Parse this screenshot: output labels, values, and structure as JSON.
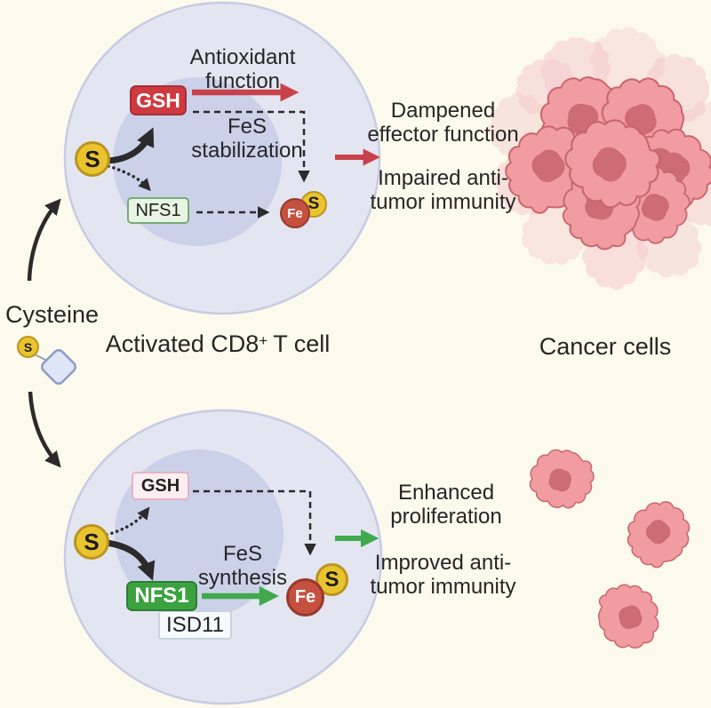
{
  "labels": {
    "cysteine": "Cysteine",
    "cysteine_s": "S",
    "t_cell_pre": "Activated CD8",
    "t_cell_sup": "+",
    "t_cell_post": "T cell",
    "cancer_cells": "Cancer cells"
  },
  "top_cell": {
    "s": "S",
    "gsh": "GSH",
    "nfs1": "NFS1",
    "fe": "Fe",
    "fes_s": "S",
    "antioxidant": [
      "Antioxidant",
      "function"
    ],
    "fes_stabilization": [
      "FeS",
      "stabilization"
    ],
    "outcome_a": [
      "Dampened",
      "effector function"
    ],
    "outcome_b": [
      "Impaired anti-",
      "tumor immunity"
    ]
  },
  "bottom_cell": {
    "s": "S",
    "gsh": "GSH",
    "nfs1": "NFS1",
    "isd11": "ISD11",
    "fe": "Fe",
    "fes_s": "S",
    "fes_synthesis": [
      "FeS",
      "synthesis"
    ],
    "outcome_a": [
      "Enhanced",
      "proliferation"
    ],
    "outcome_b": [
      "Improved anti-",
      "tumor immunity"
    ]
  },
  "colors": {
    "background": "#FCFAEC",
    "cell_fill": "#E3E5F1",
    "cell_border": "#C7CCE3",
    "nucleus_fill": "#CBD1E9",
    "gsh_red": "#CE3A3F",
    "gsh_light_pink": "#FDEEF2",
    "nfs1_green": "#3BA23F",
    "nfs1_light_green": "#E9F5E4",
    "sulfur_yellow": "#EAC42F",
    "iron_red": "#C5503F",
    "arrow_red": "#C8414B",
    "arrow_green": "#3FA94C",
    "arrow_black": "#2B2B2B",
    "cancer_cell_body": "#F09CA1",
    "cancer_cell_nucleus": "#CD6C72"
  }
}
